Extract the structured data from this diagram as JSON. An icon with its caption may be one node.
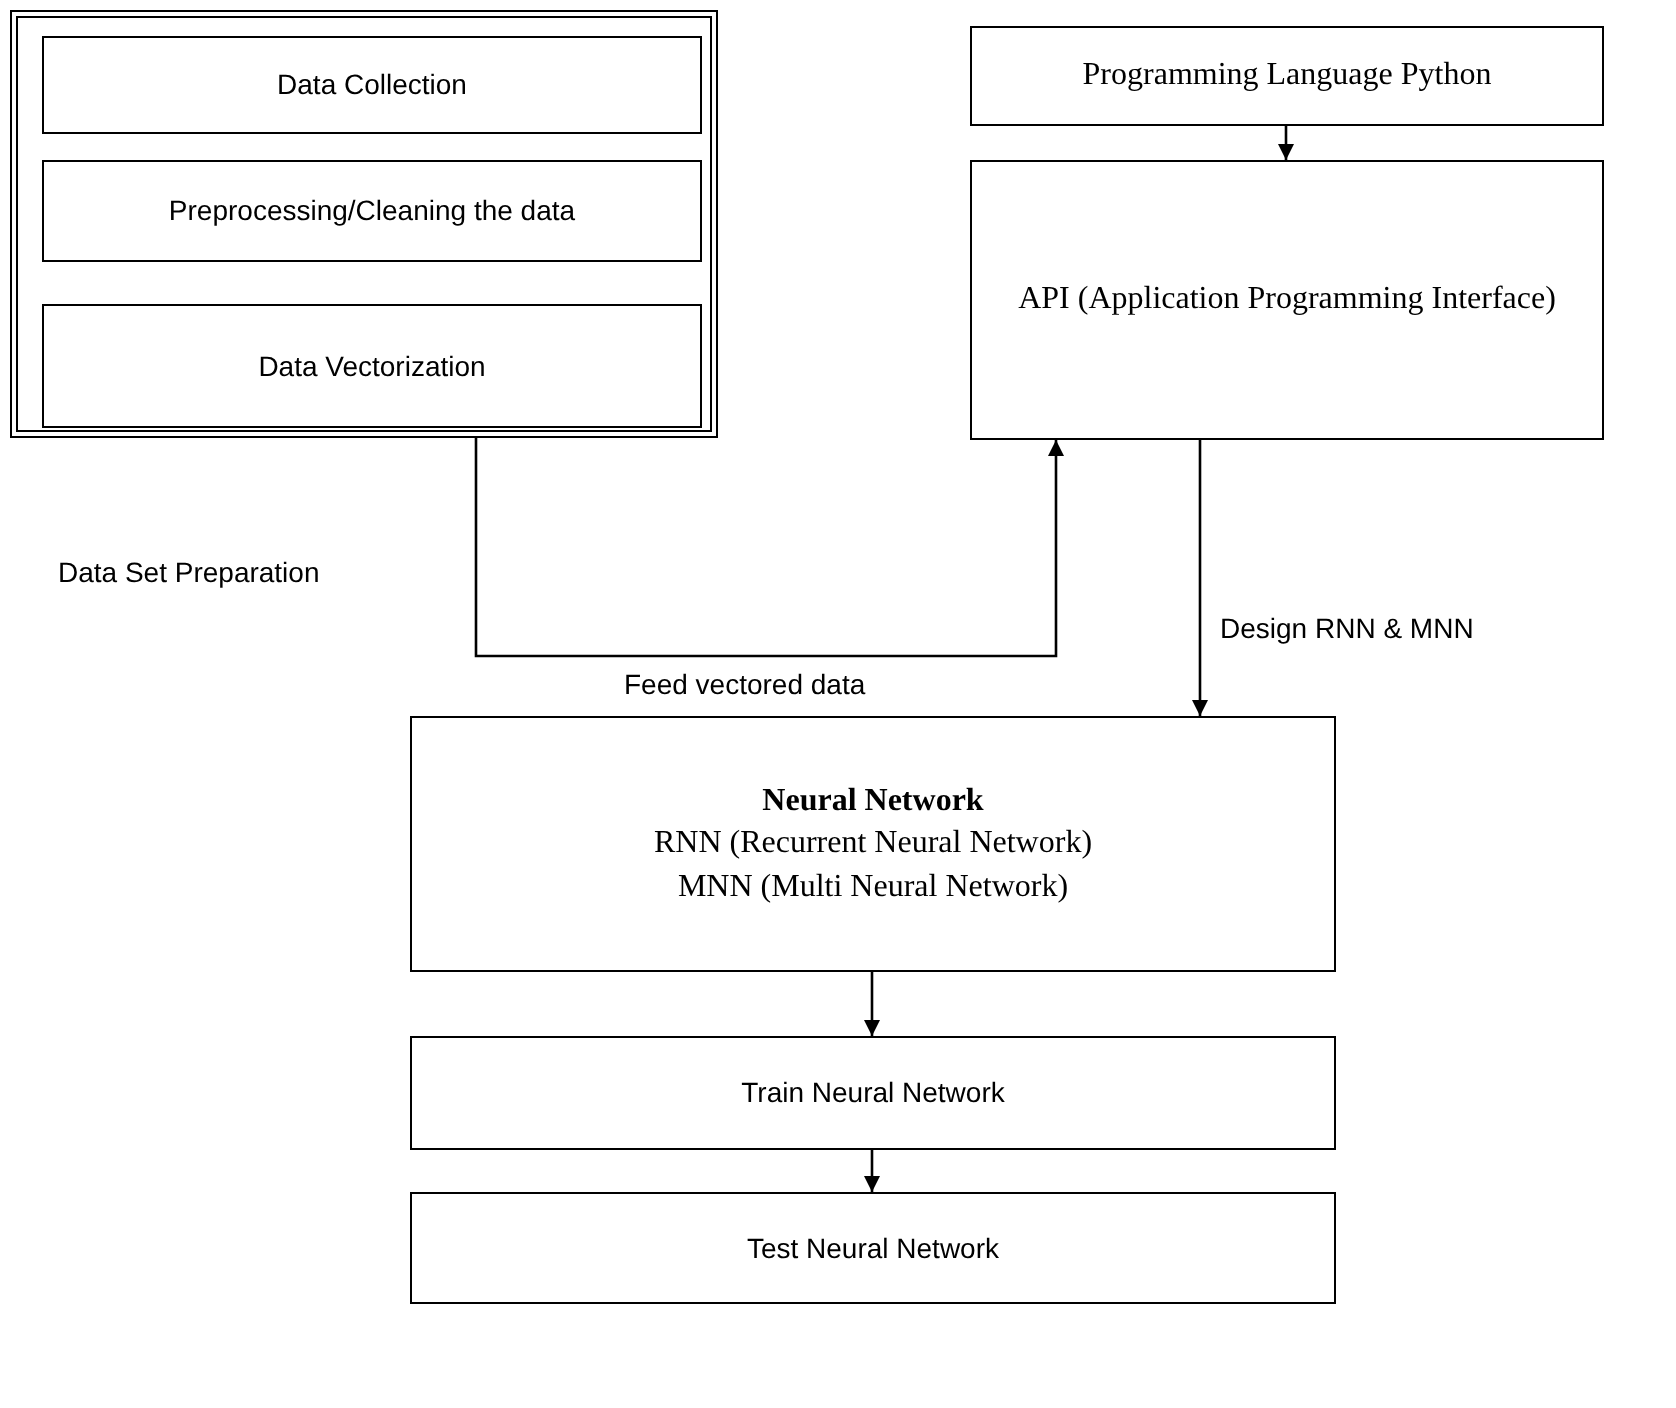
{
  "diagram": {
    "nodes": [
      {
        "text": [
          "Data Set Preparation"
        ]
      },
      {
        "text": [
          "Data Collection"
        ],
        "in": 0
      },
      {
        "text": [
          "Preprocessing/Cleaning the data"
        ],
        "in": 0
      },
      {
        "text": [
          "Data Vectorization"
        ],
        "in": 0
      },
      {
        "text": [
          "Programming Language Python"
        ]
      },
      {
        "text": [
          "API (Application Programming Interface)"
        ]
      },
      {
        "text": [
          "Neural Network",
          "RNN (Recurrent Neural Network)",
          "MNN (Multi Neural Network)"
        ]
      },
      {
        "text": [
          "Train Neural Network"
        ]
      },
      {
        "text": [
          "Test Neural Network"
        ]
      }
    ],
    "edges": [
      {
        "from": 3,
        "to": 5,
        "arrow": "to",
        "label": "Feed vectored data"
      },
      {
        "from": 4,
        "to": 5,
        "arrow": "to"
      },
      {
        "from": 5,
        "to": 6,
        "arrow": "to",
        "label": "Design RNN & MNN"
      },
      {
        "from": 6,
        "to": 7,
        "arrow": "to"
      },
      {
        "from": 7,
        "to": 8,
        "arrow": "to"
      }
    ]
  }
}
